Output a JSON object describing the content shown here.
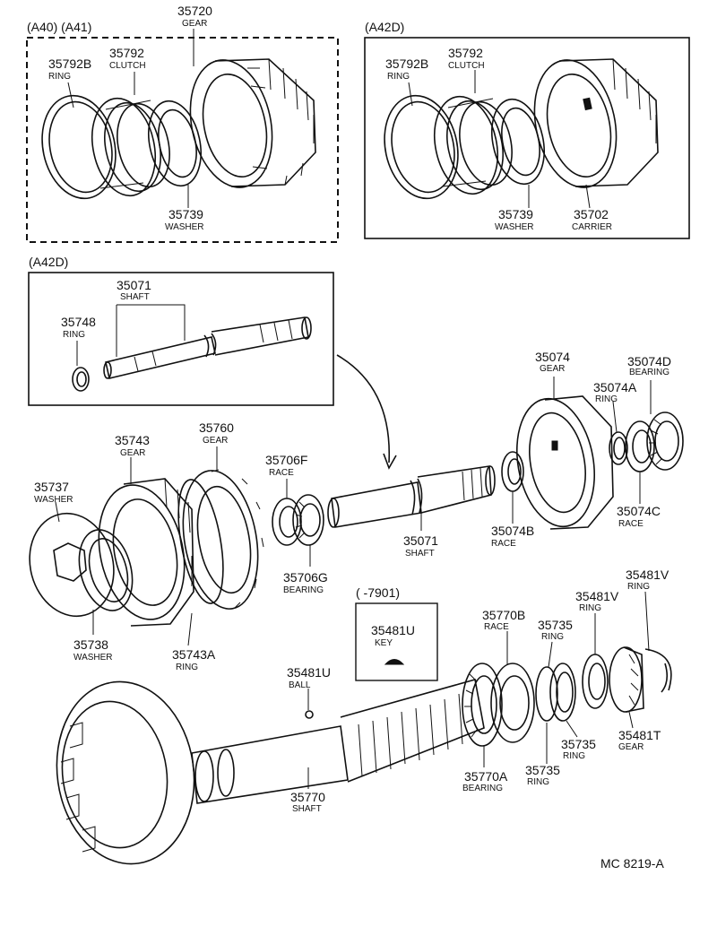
{
  "groups": {
    "g1": "(A40)  (A41)",
    "g2": "(A42D)",
    "g3": "(A42D)",
    "g4": "(      -7901)"
  },
  "labels": {
    "p35720": [
      "35720",
      "GEAR"
    ],
    "p35792_a": [
      "35792",
      "CLUTCH"
    ],
    "p35792b_a": [
      "35792B",
      "RING"
    ],
    "p35739_a": [
      "35739",
      "WASHER"
    ],
    "p35792_b": [
      "35792",
      "CLUTCH"
    ],
    "p35792b_b": [
      "35792B",
      "RING"
    ],
    "p35739_b": [
      "35739",
      "WASHER"
    ],
    "p35702": [
      "35702",
      "CARRIER"
    ],
    "p35071_a": [
      "35071",
      "SHAFT"
    ],
    "p35748": [
      "35748",
      "RING"
    ],
    "p35074": [
      "35074",
      "GEAR"
    ],
    "p35074d": [
      "35074D",
      "BEARING"
    ],
    "p35074a": [
      "35074A",
      "RING"
    ],
    "p35743": [
      "35743",
      "GEAR"
    ],
    "p35760": [
      "35760",
      "GEAR"
    ],
    "p35706f": [
      "35706F",
      "RACE"
    ],
    "p35737": [
      "35737",
      "WASHER"
    ],
    "p35706g": [
      "35706G",
      "BEARING"
    ],
    "p35071_b": [
      "35071",
      "SHAFT"
    ],
    "p35074b": [
      "35074B",
      "RACE"
    ],
    "p35074c": [
      "35074C",
      "RACE"
    ],
    "p35738": [
      "35738",
      "WASHER"
    ],
    "p35743a": [
      "35743A",
      "RING"
    ],
    "p35481v_a": [
      "35481V",
      "RING"
    ],
    "p35481v_b": [
      "35481V",
      "RING"
    ],
    "p35770b": [
      "35770B",
      "RACE"
    ],
    "p35735_a": [
      "35735",
      "RING"
    ],
    "p35481u_a": [
      "35481U",
      "KEY"
    ],
    "p35481u_b": [
      "35481U",
      "BALL"
    ],
    "p35481t": [
      "35481T",
      "GEAR"
    ],
    "p35735_b": [
      "35735",
      "RING"
    ],
    "p35735_c": [
      "35735",
      "RING"
    ],
    "p35770a": [
      "35770A",
      "BEARING"
    ],
    "p35770": [
      "35770",
      "SHAFT"
    ]
  },
  "footer": {
    "code": "MC 8219-A"
  }
}
